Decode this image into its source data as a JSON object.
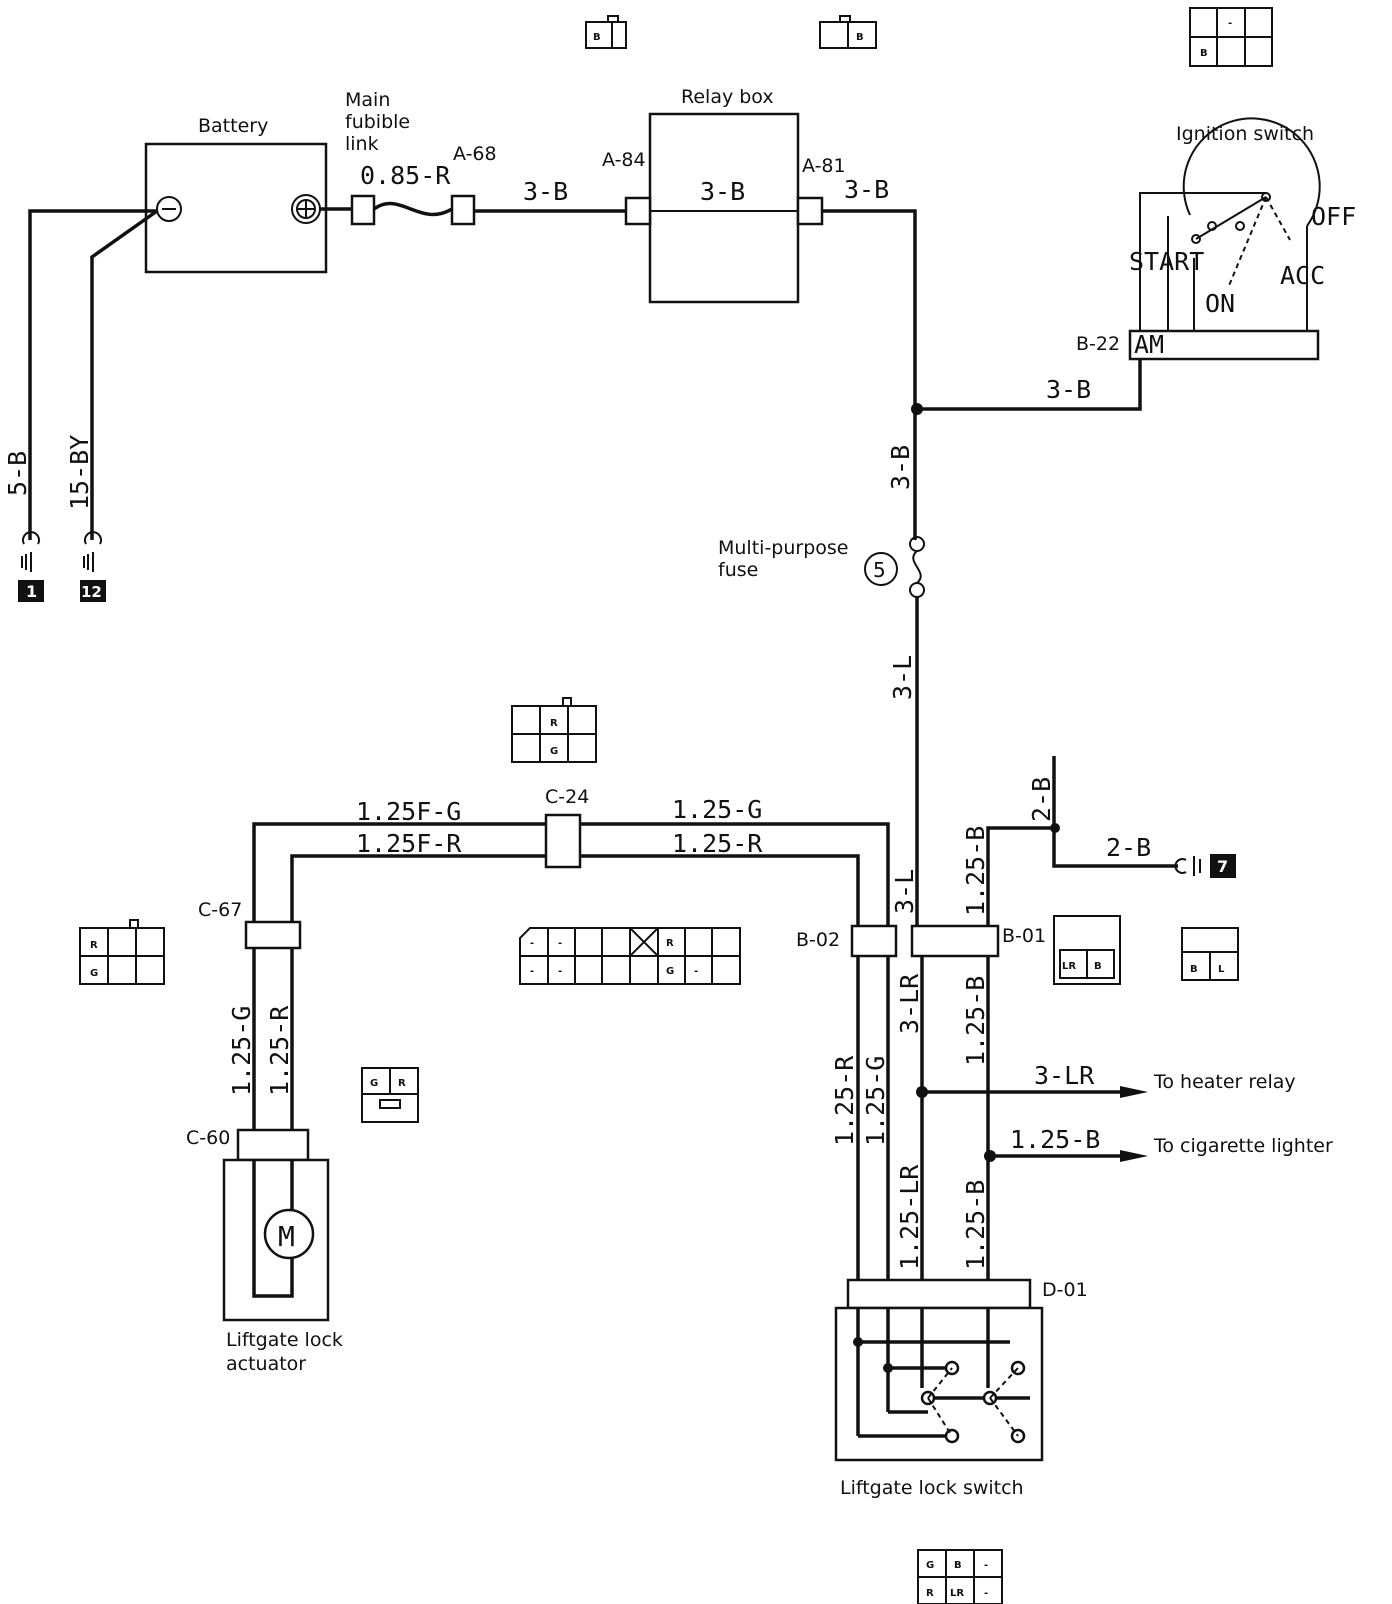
{
  "components": {
    "battery": "Battery",
    "fusible_link": [
      "Main",
      "fubible",
      "link"
    ],
    "relay_box": "Relay box",
    "ignition_switch": "Ignition switch",
    "multipurpose_fuse": [
      "Multi-purpose",
      "fuse"
    ],
    "fuse_number": "5",
    "motor_symbol": "M",
    "actuator": [
      "Liftgate lock",
      "actuator"
    ],
    "lock_switch": "Liftgate lock switch",
    "to_heater_relay": "To heater relay",
    "to_cigarette_lighter": "To cigarette lighter"
  },
  "switch_positions": {
    "off": "OFF",
    "start": "START",
    "acc": "ACC",
    "on": "ON",
    "am": "AM"
  },
  "connectors": {
    "a68": "A-68",
    "a84": "A-84",
    "a81": "A-81",
    "b22": "B-22",
    "c24": "C-24",
    "c67": "C-67",
    "c60": "C-60",
    "b02": "B-02",
    "b01": "B-01",
    "d01": "D-01"
  },
  "grounds": {
    "g1": "1",
    "g12": "12",
    "g7": "7"
  },
  "wires": {
    "fusible": "0.85-R",
    "batt_relay": "3-B",
    "relay_inner": "3-B",
    "relay_out": "3-B",
    "to_ign": "3-B",
    "vertical_feed": "3-B",
    "fuse_out": "3-L",
    "gnd_5b": "5-B",
    "gnd_15by": "15-BY",
    "c24_left_g": "1.25F-G",
    "c24_left_r": "1.25F-R",
    "c24_right_g": "1.25-G",
    "c24_right_r": "1.25-R",
    "act_g": "1.25-G",
    "act_r": "1.25-R",
    "b02_r": "1.25-R",
    "b02_g": "1.25-G",
    "b01_l": "3-L",
    "b01_b_top": "1.25-B",
    "b01_lr": "3-LR",
    "b01_b_mid": "1.25-B",
    "sw_lr": "1.25-LR",
    "sw_b": "1.25-B",
    "heater": "3-LR",
    "lighter": "1.25-B",
    "gnd_2b_v": "2-B",
    "gnd_2b_h": "2-B"
  },
  "pin_labels": {
    "b_pin": "B",
    "dash": "-",
    "r": "R",
    "g": "G",
    "l": "L",
    "lr": "LR"
  }
}
